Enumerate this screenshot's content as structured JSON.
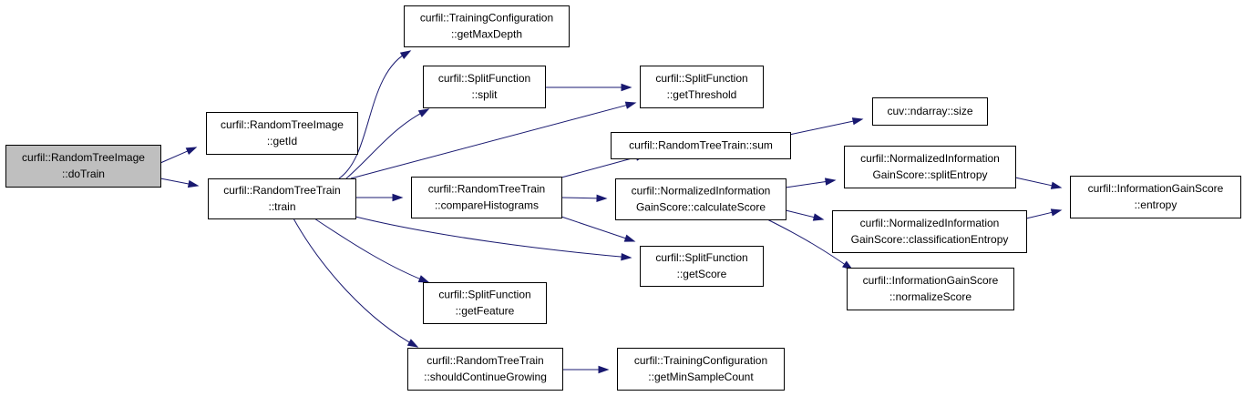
{
  "colors": {
    "edge": "#191970",
    "root_fill": "#bfbfbf",
    "node_fill": "#ffffff",
    "border": "#000000"
  },
  "nodes": [
    {
      "id": "doTrain",
      "lines": [
        "curfil::RandomTreeImage",
        "::doTrain"
      ],
      "root": true
    },
    {
      "id": "getId",
      "lines": [
        "curfil::RandomTreeImage",
        "::getId"
      ]
    },
    {
      "id": "train",
      "lines": [
        "curfil::RandomTreeTrain",
        "::train"
      ]
    },
    {
      "id": "getMaxDepth",
      "lines": [
        "curfil::TrainingConfiguration",
        "::getMaxDepth"
      ]
    },
    {
      "id": "split",
      "lines": [
        "curfil::SplitFunction",
        "::split"
      ]
    },
    {
      "id": "compareHistograms",
      "lines": [
        "curfil::RandomTreeTrain",
        "::compareHistograms"
      ]
    },
    {
      "id": "getScore",
      "lines": [
        "curfil::SplitFunction",
        "::getScore"
      ]
    },
    {
      "id": "getFeature",
      "lines": [
        "curfil::SplitFunction",
        "::getFeature"
      ]
    },
    {
      "id": "getThreshold",
      "lines": [
        "curfil::SplitFunction",
        "::getThreshold"
      ]
    },
    {
      "id": "shouldContinueGrowing",
      "lines": [
        "curfil::RandomTreeTrain",
        "::shouldContinueGrowing"
      ]
    },
    {
      "id": "getMinSampleCount",
      "lines": [
        "curfil::TrainingConfiguration",
        "::getMinSampleCount"
      ]
    },
    {
      "id": "sum",
      "lines": [
        "curfil::RandomTreeTrain::sum"
      ]
    },
    {
      "id": "calculateScore",
      "lines": [
        "curfil::NormalizedInformation",
        "GainScore::calculateScore"
      ]
    },
    {
      "id": "ndarraySize",
      "lines": [
        "cuv::ndarray::size"
      ]
    },
    {
      "id": "splitEntropy",
      "lines": [
        "curfil::NormalizedInformation",
        "GainScore::splitEntropy"
      ]
    },
    {
      "id": "classificationEntropy",
      "lines": [
        "curfil::NormalizedInformation",
        "GainScore::classificationEntropy"
      ]
    },
    {
      "id": "normalizeScore",
      "lines": [
        "curfil::InformationGainScore",
        "::normalizeScore"
      ]
    },
    {
      "id": "entropy",
      "lines": [
        "curfil::InformationGainScore",
        "::entropy"
      ]
    }
  ],
  "edges": [
    {
      "from": "doTrain",
      "to": "getId"
    },
    {
      "from": "doTrain",
      "to": "train"
    },
    {
      "from": "train",
      "to": "getMaxDepth"
    },
    {
      "from": "train",
      "to": "split"
    },
    {
      "from": "train",
      "to": "getThreshold"
    },
    {
      "from": "train",
      "to": "compareHistograms"
    },
    {
      "from": "train",
      "to": "getScore"
    },
    {
      "from": "train",
      "to": "getFeature"
    },
    {
      "from": "train",
      "to": "shouldContinueGrowing"
    },
    {
      "from": "split",
      "to": "getThreshold"
    },
    {
      "from": "compareHistograms",
      "to": "sum"
    },
    {
      "from": "compareHistograms",
      "to": "calculateScore"
    },
    {
      "from": "compareHistograms",
      "to": "getScore"
    },
    {
      "from": "sum",
      "to": "ndarraySize"
    },
    {
      "from": "calculateScore",
      "to": "splitEntropy"
    },
    {
      "from": "calculateScore",
      "to": "classificationEntropy"
    },
    {
      "from": "calculateScore",
      "to": "normalizeScore"
    },
    {
      "from": "splitEntropy",
      "to": "entropy"
    },
    {
      "from": "classificationEntropy",
      "to": "entropy"
    },
    {
      "from": "shouldContinueGrowing",
      "to": "getMinSampleCount"
    }
  ]
}
